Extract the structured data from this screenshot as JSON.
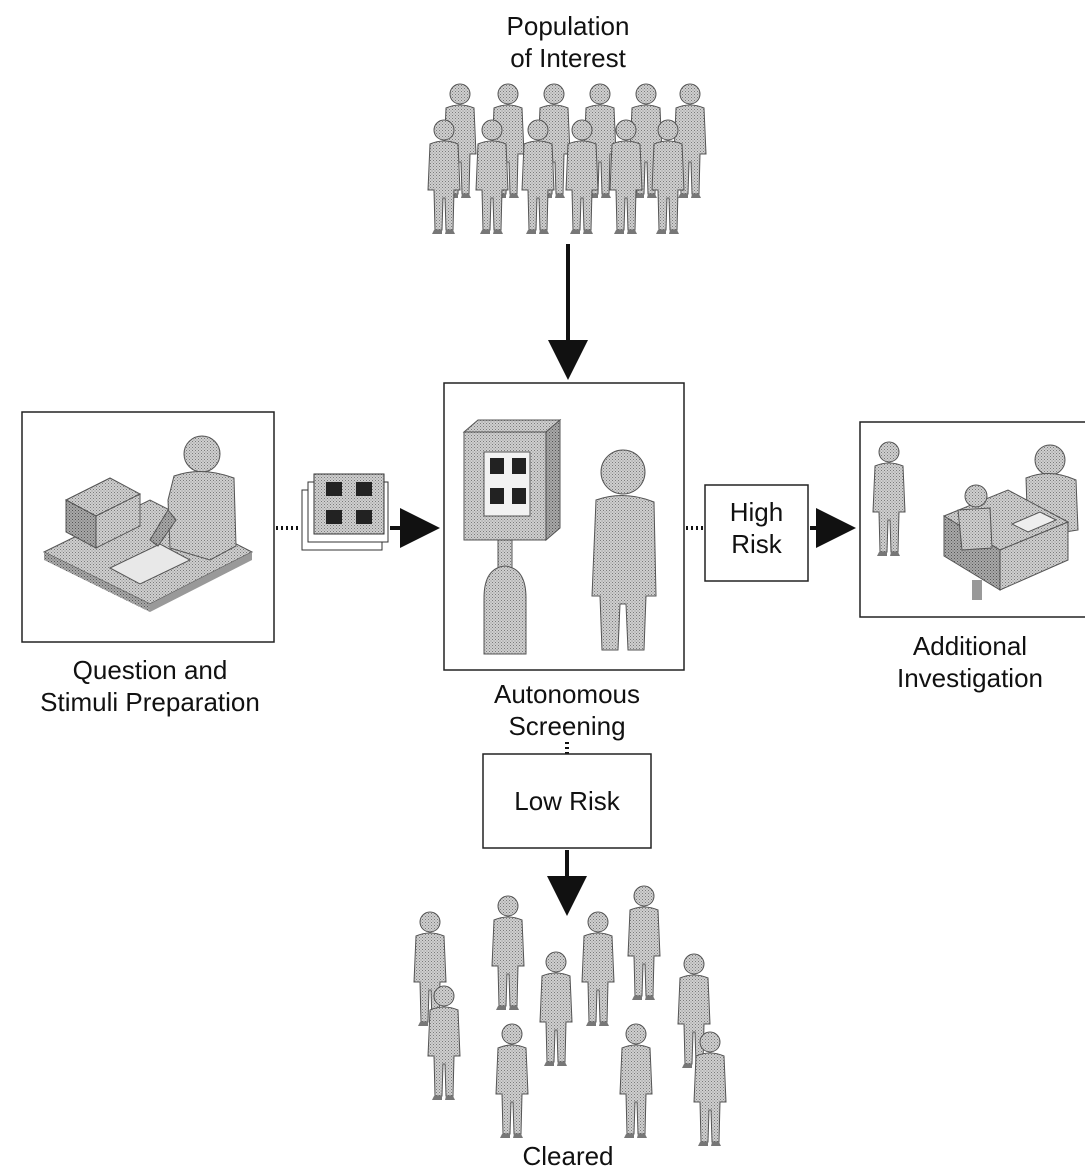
{
  "nodes": {
    "population": {
      "line1": "Population",
      "line2": "of Interest"
    },
    "preparation": {
      "line1": "Question and",
      "line2": "Stimuli Preparation"
    },
    "screening": {
      "line1": "Autonomous",
      "line2": "Screening"
    },
    "investigation": {
      "line1": "Additional",
      "line2": "Investigation"
    },
    "cleared": {
      "line1": "Cleared"
    }
  },
  "decisions": {
    "high": {
      "line1": "High",
      "line2": "Risk"
    },
    "low": {
      "line1": "Low Risk"
    }
  },
  "colors": {
    "figure_fill": "#bdbdbd",
    "figure_stroke": "#555555",
    "line": "#111111"
  }
}
